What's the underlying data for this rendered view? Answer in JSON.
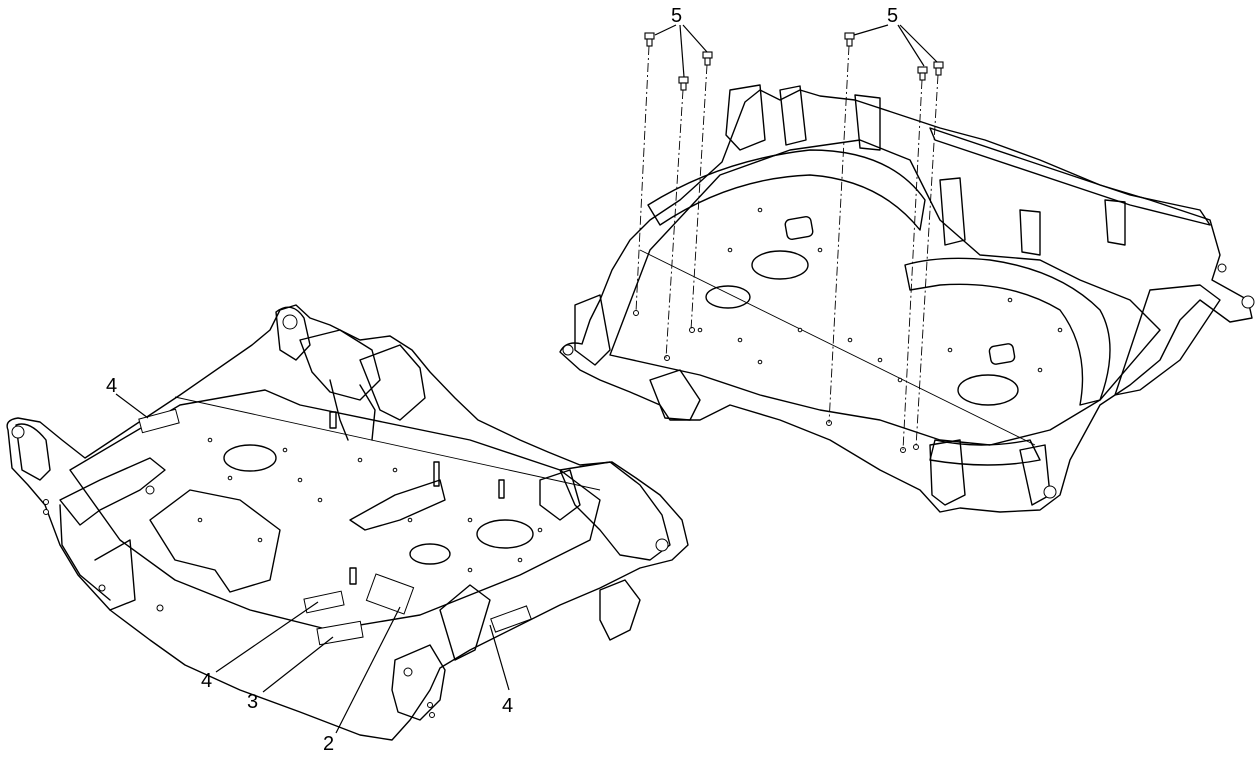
{
  "callouts": {
    "c4_top": "4",
    "c4_left": "4",
    "c3": "3",
    "c2": "2",
    "c4_right": "4",
    "c5_left": "5",
    "c5_right": "5"
  }
}
